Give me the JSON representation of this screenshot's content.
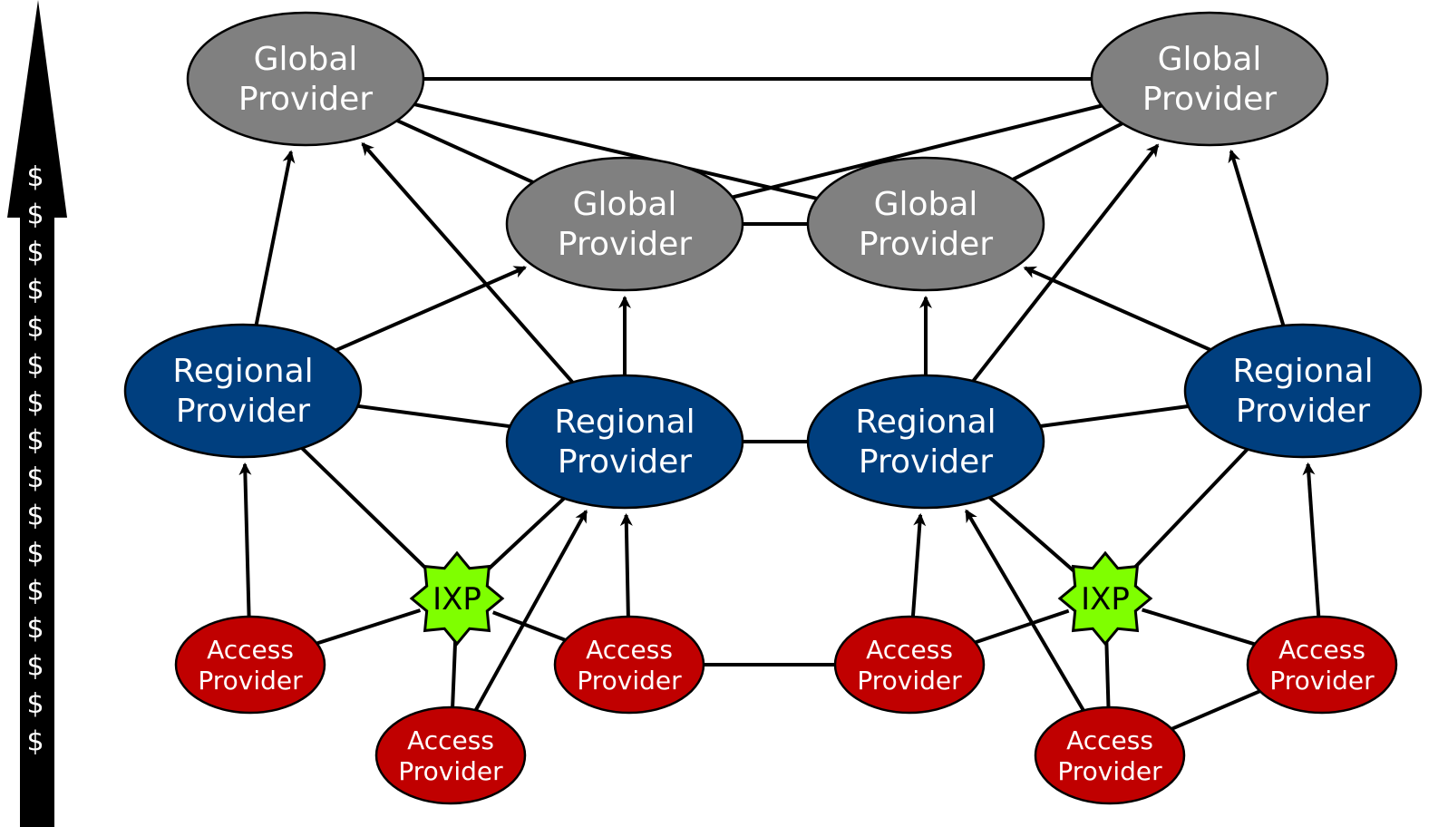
{
  "diagram": {
    "colors": {
      "global": "#808080",
      "regional": "#003f7f",
      "access": "#c00000",
      "ixp": "#7fff00",
      "edge": "#000000",
      "arrow_bar": "#000000"
    },
    "cost_arrow": {
      "symbol": "$",
      "count": 16,
      "direction": "up"
    },
    "nodes": {
      "global_1": {
        "type": "global",
        "line1": "Global",
        "line2": "Provider"
      },
      "global_2": {
        "type": "global",
        "line1": "Global",
        "line2": "Provider"
      },
      "global_3": {
        "type": "global",
        "line1": "Global",
        "line2": "Provider"
      },
      "global_4": {
        "type": "global",
        "line1": "Global",
        "line2": "Provider"
      },
      "regional_1": {
        "type": "regional",
        "line1": "Regional",
        "line2": "Provider"
      },
      "regional_2": {
        "type": "regional",
        "line1": "Regional",
        "line2": "Provider"
      },
      "regional_3": {
        "type": "regional",
        "line1": "Regional",
        "line2": "Provider"
      },
      "regional_4": {
        "type": "regional",
        "line1": "Regional",
        "line2": "Provider"
      },
      "access_1": {
        "type": "access",
        "line1": "Access",
        "line2": "Provider"
      },
      "access_2": {
        "type": "access",
        "line1": "Access",
        "line2": "Provider"
      },
      "access_3": {
        "type": "access",
        "line1": "Access",
        "line2": "Provider"
      },
      "access_4": {
        "type": "access",
        "line1": "Access",
        "line2": "Provider"
      },
      "access_5": {
        "type": "access",
        "line1": "Access",
        "line2": "Provider"
      },
      "access_6": {
        "type": "access",
        "line1": "Access",
        "line2": "Provider"
      },
      "ixp_1": {
        "type": "ixp",
        "line1": "IXP"
      },
      "ixp_2": {
        "type": "ixp",
        "line1": "IXP"
      }
    },
    "peer_links": [
      [
        "global_1",
        "global_4"
      ],
      [
        "global_1",
        "global_2"
      ],
      [
        "global_1",
        "global_3"
      ],
      [
        "global_4",
        "global_2"
      ],
      [
        "global_4",
        "global_3"
      ],
      [
        "global_2",
        "global_3"
      ],
      [
        "regional_1",
        "regional_2"
      ],
      [
        "regional_2",
        "regional_3"
      ],
      [
        "regional_3",
        "regional_4"
      ],
      [
        "regional_1",
        "ixp_1"
      ],
      [
        "regional_2",
        "ixp_1"
      ],
      [
        "access_1",
        "ixp_1"
      ],
      [
        "access_2",
        "ixp_1"
      ],
      [
        "access_5",
        "ixp_1"
      ],
      [
        "access_2",
        "access_3"
      ],
      [
        "regional_3",
        "ixp_2"
      ],
      [
        "regional_4",
        "ixp_2"
      ],
      [
        "access_3",
        "ixp_2"
      ],
      [
        "access_4",
        "ixp_2"
      ],
      [
        "access_6",
        "ixp_2"
      ],
      [
        "access_4",
        "access_6"
      ]
    ],
    "transit_links": [
      [
        "regional_1",
        "global_1"
      ],
      [
        "regional_1",
        "global_2"
      ],
      [
        "regional_2",
        "global_1"
      ],
      [
        "regional_2",
        "global_2"
      ],
      [
        "regional_3",
        "global_3"
      ],
      [
        "regional_3",
        "global_4"
      ],
      [
        "regional_4",
        "global_3"
      ],
      [
        "regional_4",
        "global_4"
      ],
      [
        "access_1",
        "regional_1"
      ],
      [
        "access_2",
        "regional_2"
      ],
      [
        "access_5",
        "regional_2"
      ],
      [
        "access_3",
        "regional_3"
      ],
      [
        "access_6",
        "regional_3"
      ],
      [
        "access_4",
        "regional_4"
      ]
    ]
  }
}
